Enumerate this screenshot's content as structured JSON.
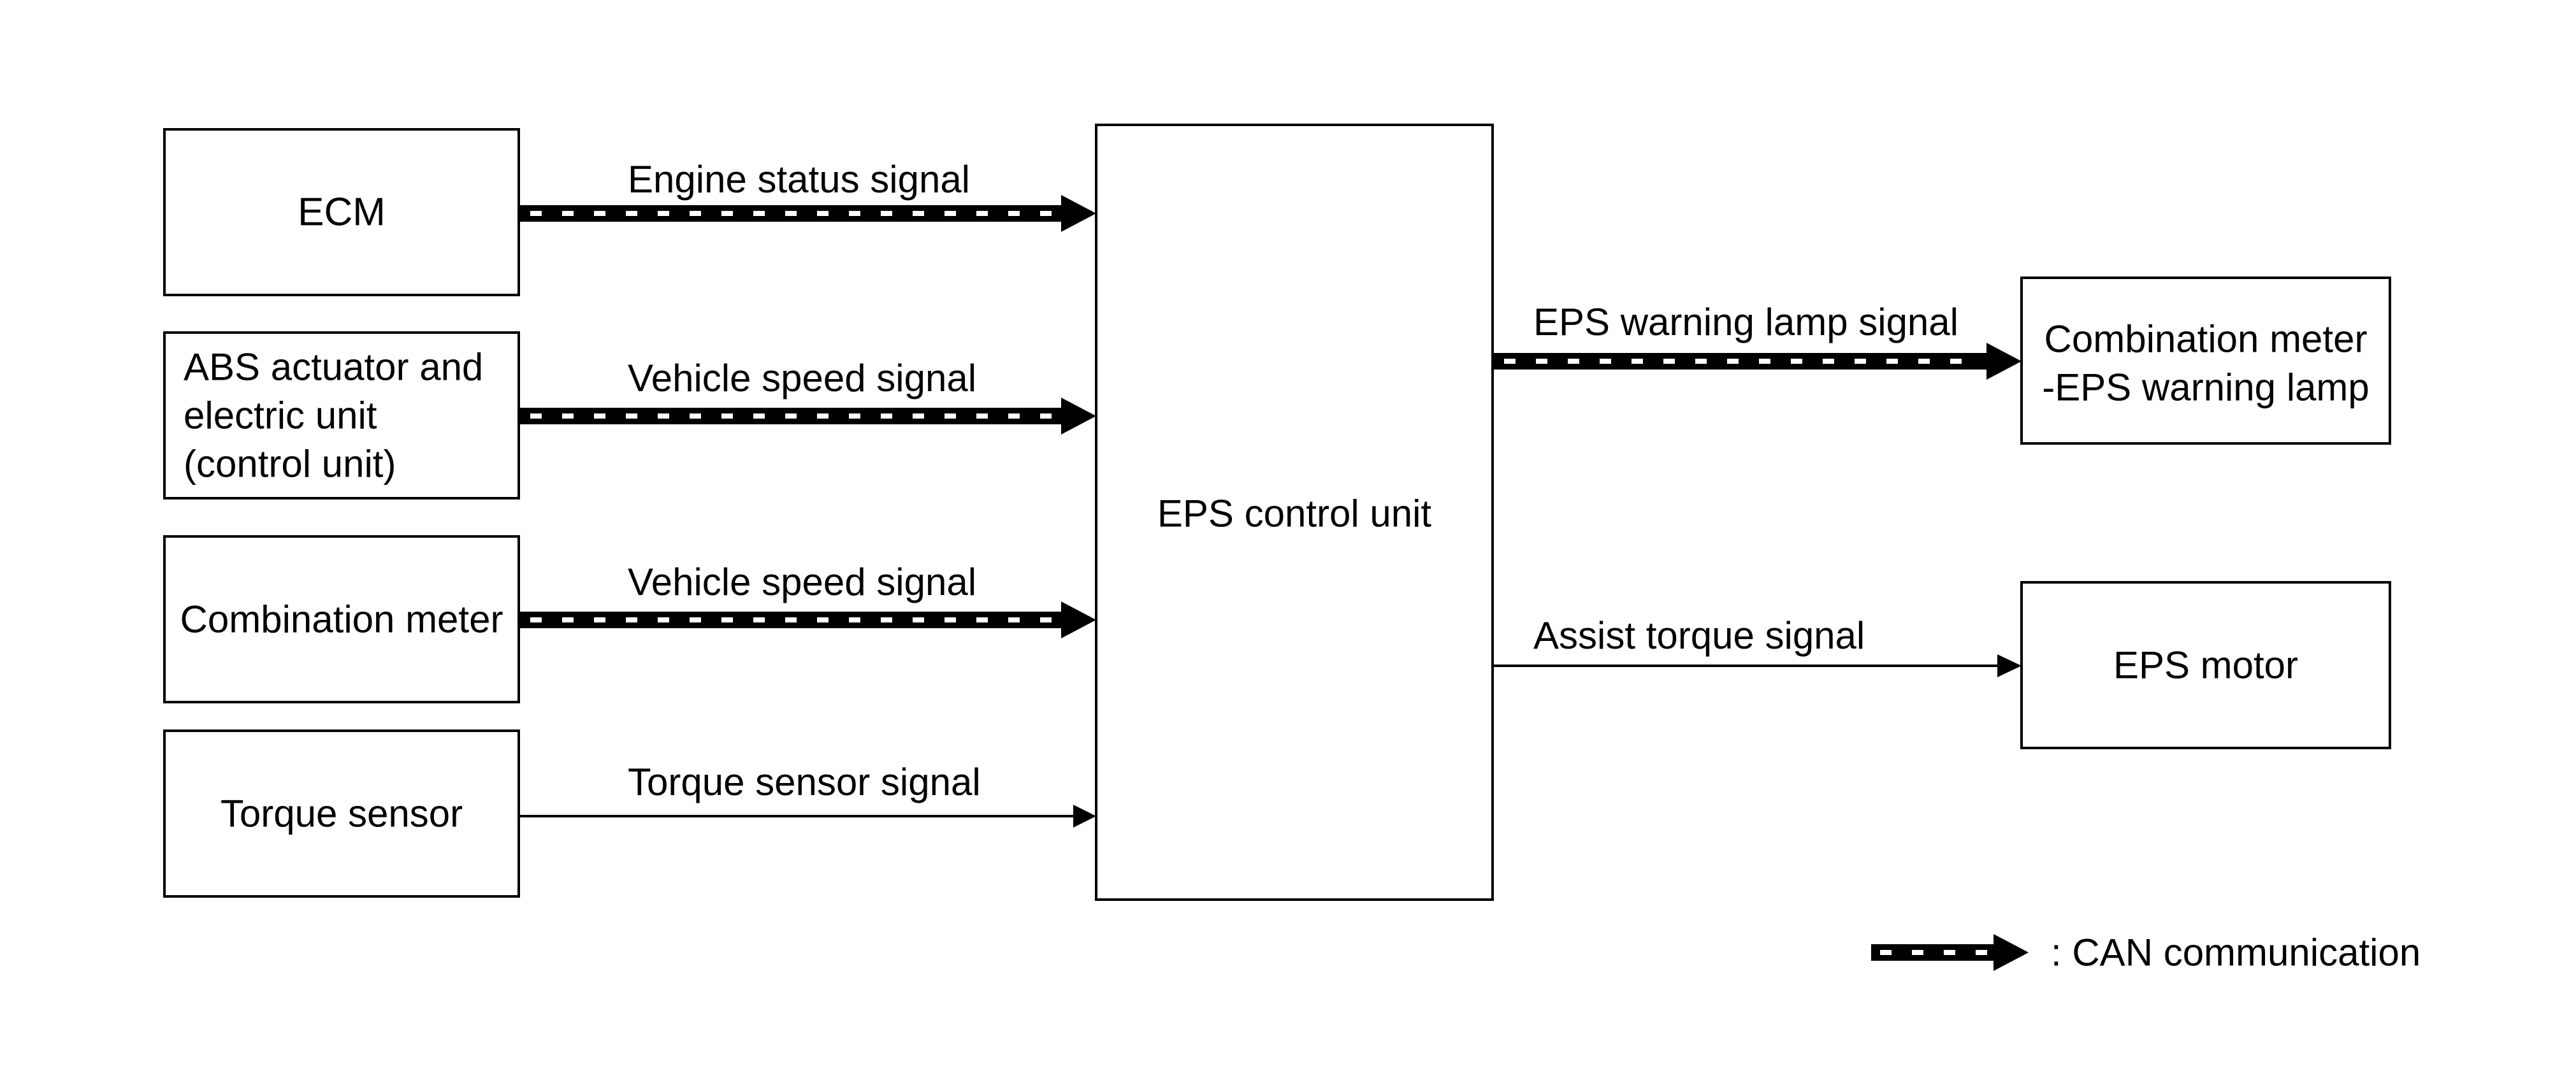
{
  "blocks": {
    "ecm": "ECM",
    "abs": [
      "ABS actuator and",
      "electric unit",
      "(control unit)"
    ],
    "combination_meter": "Combination meter",
    "torque_sensor": "Torque sensor",
    "eps_control_unit": "EPS control unit",
    "combination_meter_eps": [
      "Combination meter",
      "-EPS warning lamp"
    ],
    "eps_motor": "EPS motor"
  },
  "signals": {
    "engine_status": "Engine status signal",
    "vehicle_speed_abs": "Vehicle speed signal",
    "vehicle_speed_meter": "Vehicle speed signal",
    "torque_sensor": "Torque sensor signal",
    "eps_warning_lamp": "EPS warning lamp signal",
    "assist_torque": "Assist torque signal"
  },
  "legend": {
    "can": ": CAN communication"
  },
  "colors": {
    "stroke": "#000000",
    "background": "#ffffff",
    "can_dash": "#ffffff"
  }
}
